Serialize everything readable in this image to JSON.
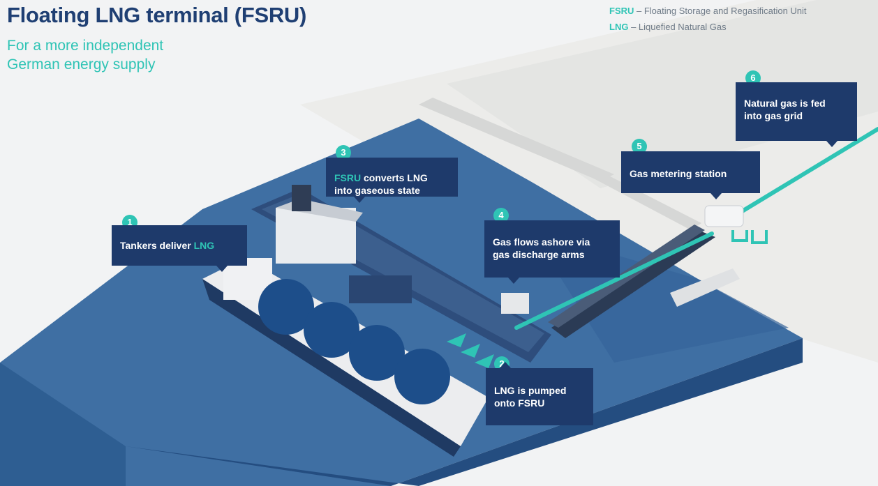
{
  "title": "Floating LNG terminal (FSRU)",
  "subtitle": [
    "For a more independent",
    "German energy supply"
  ],
  "legend": [
    {
      "abbr": "FSRU",
      "text": " – Floating Storage and Regasification Unit"
    },
    {
      "abbr": "LNG",
      "text": " – Liquefied Natural Gas"
    }
  ],
  "steps": [
    {
      "number": "1",
      "line1_pre": "Tankers deliver ",
      "line1_hl": "LNG",
      "line2": ""
    },
    {
      "number": "2",
      "line1_pre": "LNG is pumped",
      "line1_hl": "",
      "line2": "onto FSRU"
    },
    {
      "number": "3",
      "line1_pre": "",
      "line1_hl": "FSRU",
      "line1_post": " converts LNG",
      "line2": "into gaseous state"
    },
    {
      "number": "4",
      "line1_pre": "Gas flows ashore via",
      "line1_hl": "",
      "line2": "gas discharge arms"
    },
    {
      "number": "5",
      "line1_pre": "Gas metering station",
      "line1_hl": "",
      "line2": ""
    },
    {
      "number": "6",
      "line1_pre": "Natural gas is fed",
      "line1_hl": "",
      "line2": "into gas grid"
    }
  ],
  "colors": {
    "navy": "#1e3a6b",
    "teal": "#2fc4b5",
    "water": "#3f6fa3",
    "land": "#ededeb"
  }
}
